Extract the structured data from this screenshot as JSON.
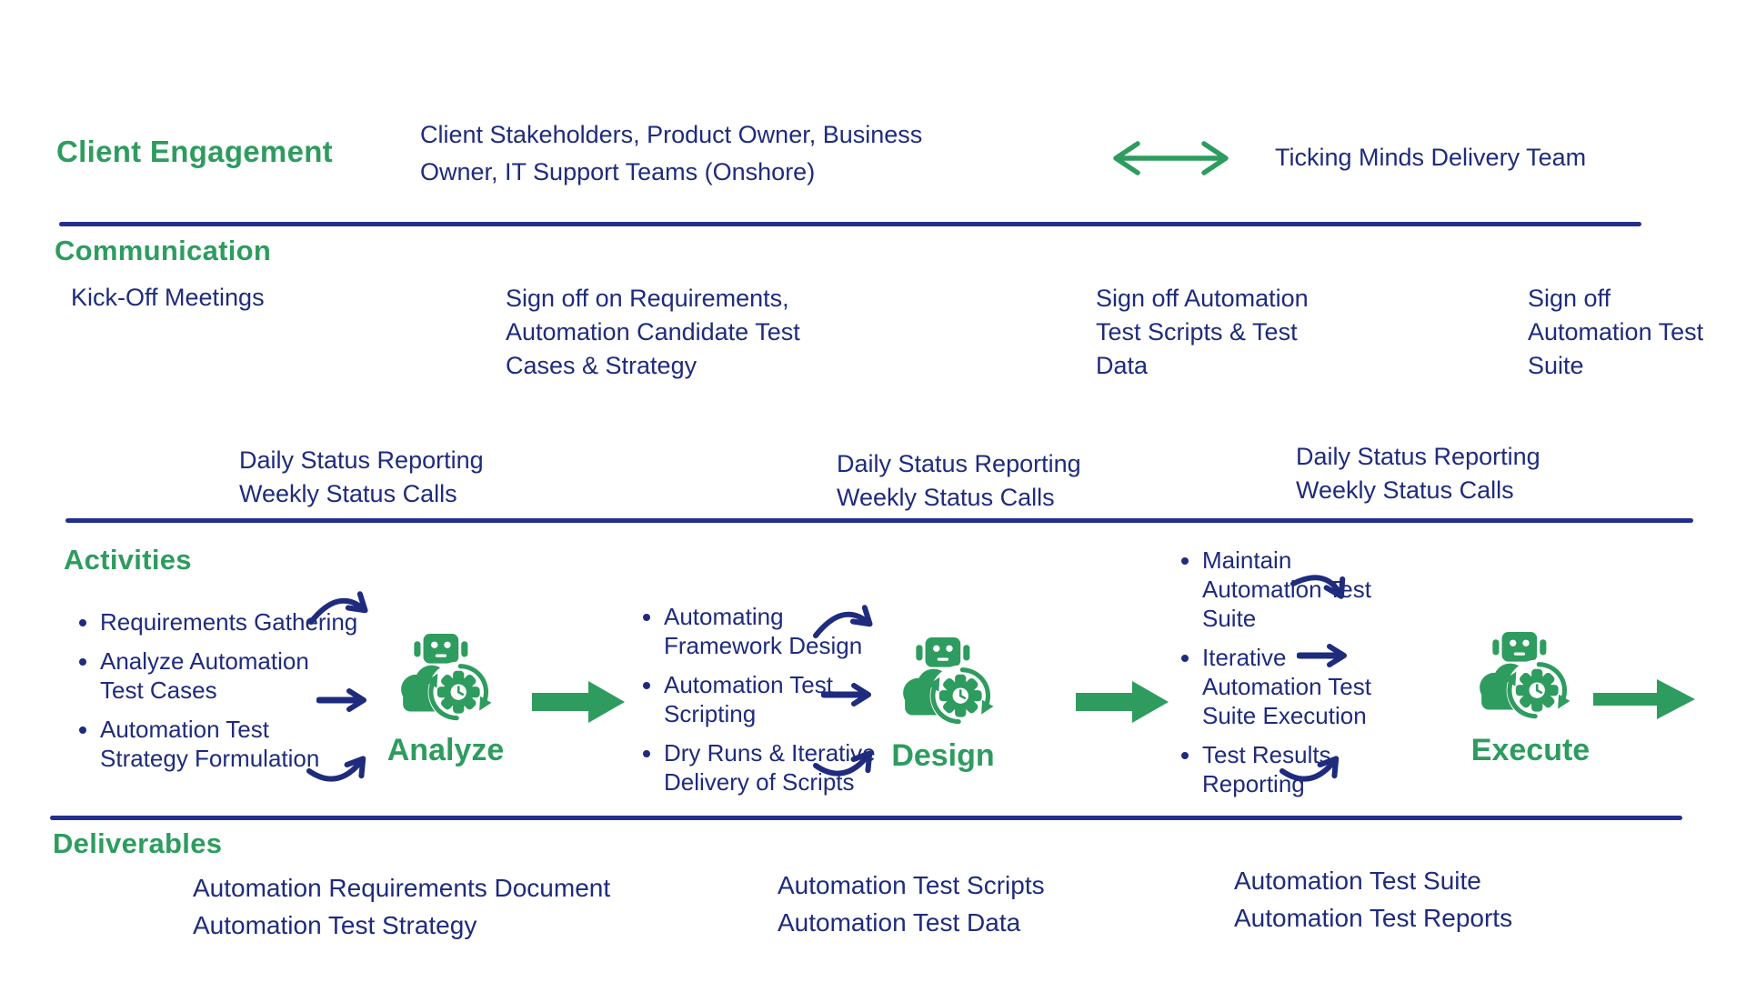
{
  "colors": {
    "green": "#2e9c5f",
    "navy": "#1f2b7d",
    "line": "#232f8e"
  },
  "icons": {
    "engagement": "bidirectional-arrow-icon",
    "stage": "robot-gear-cycle-icon",
    "flow": "block-arrow-right-icon",
    "links": [
      "curved-arrow-icon",
      "straight-arrow-icon"
    ]
  },
  "client_engagement": {
    "heading": "Client Engagement",
    "left_party_lines": [
      "Client Stakeholders, Product Owner, Business",
      "Owner, IT Support Teams (Onshore)"
    ],
    "right_party": "Ticking Minds Delivery Team"
  },
  "communication": {
    "heading": "Communication",
    "kickoff": "Kick-Off Meetings",
    "signoff1_lines": [
      "Sign off on Requirements,",
      "Automation Candidate Test",
      "Cases & Strategy"
    ],
    "signoff2_lines": [
      "Sign off Automation",
      "Test Scripts & Test",
      "Data"
    ],
    "signoff3_lines": [
      "Sign off",
      "Automation Test",
      "Suite"
    ],
    "status_lines": [
      "Daily Status Reporting",
      "Weekly Status Calls"
    ]
  },
  "activities": {
    "heading": "Activities",
    "stages": [
      {
        "label": "Analyze",
        "bullets": [
          [
            "Requirements Gathering"
          ],
          [
            "Analyze Automation",
            "Test Cases"
          ],
          [
            "Automation Test",
            "Strategy Formulation"
          ]
        ]
      },
      {
        "label": "Design",
        "bullets": [
          [
            "Automating",
            "Framework Design"
          ],
          [
            "Automation Test",
            "Scripting"
          ],
          [
            "Dry Runs & Iterative",
            "Delivery of Scripts"
          ]
        ]
      },
      {
        "label": "Execute",
        "bullets": [
          [
            "Maintain",
            "Automation Test",
            "Suite"
          ],
          [
            "Iterative",
            "Automation Test",
            "Suite Execution"
          ],
          [
            "Test Results",
            "Reporting"
          ]
        ]
      }
    ]
  },
  "deliverables": {
    "heading": "Deliverables",
    "groups": [
      [
        "Automation Requirements Document",
        "Automation Test Strategy"
      ],
      [
        "Automation Test Scripts",
        "Automation Test Data"
      ],
      [
        "Automation Test Suite",
        "Automation Test Reports"
      ]
    ]
  }
}
